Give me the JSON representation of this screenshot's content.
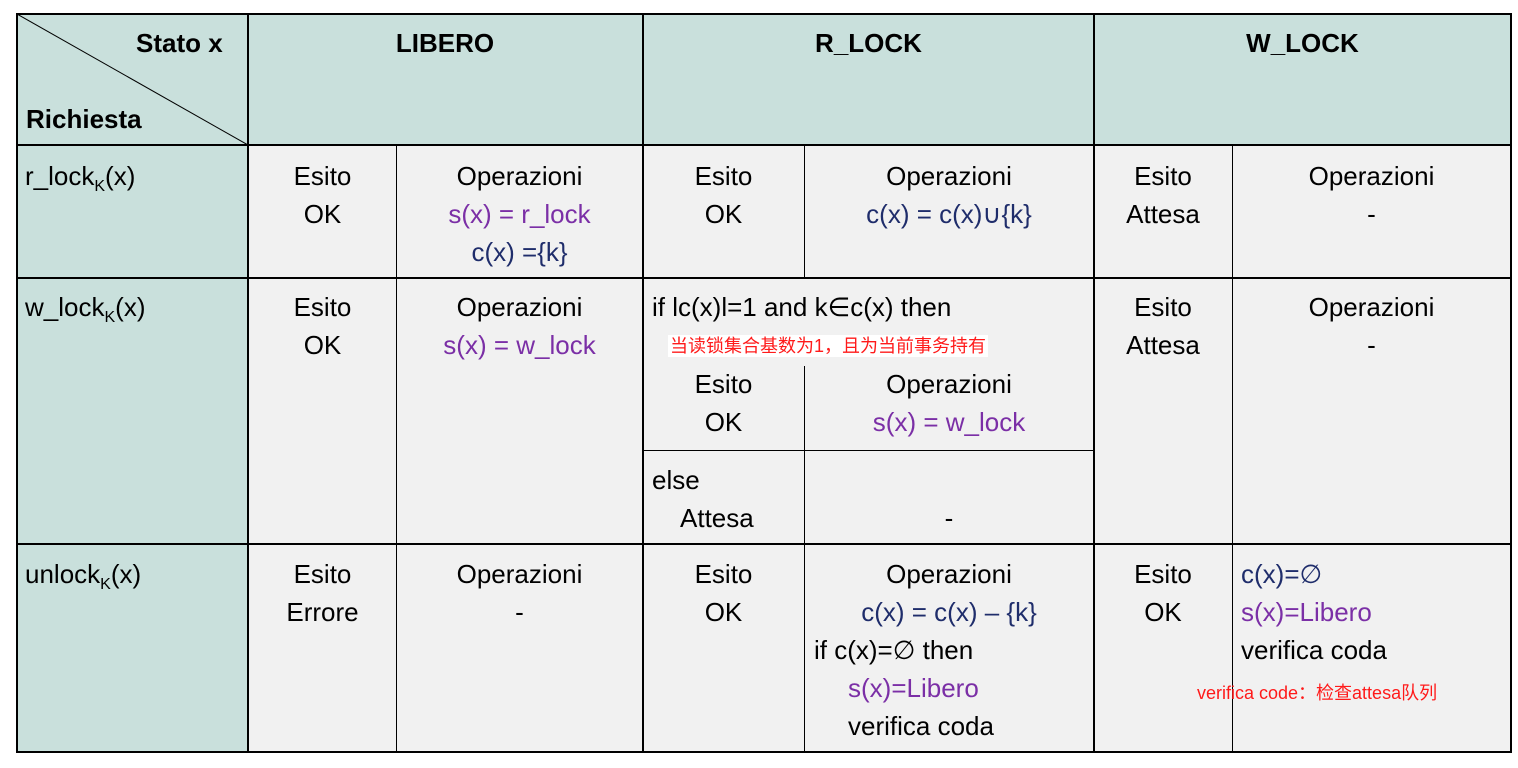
{
  "header": {
    "stato": "Stato x",
    "richiesta": "Richiesta",
    "libero": "LIBERO",
    "r_lock": "R_LOCK",
    "w_lock": "W_LOCK"
  },
  "rows": {
    "r_lock": {
      "name": "r_lock",
      "sub": "K",
      "arg": "(x)",
      "libero": {
        "esito": "Esito",
        "result": "OK",
        "op": "Operazioni",
        "line1": "s(x) = r_lock",
        "line2": "c(x) ={k}"
      },
      "rlock": {
        "esito": "Esito",
        "result": "OK",
        "op": "Operazioni",
        "line1": "c(x) = c(x)∪{k}"
      },
      "wlock": {
        "esito": "Esito",
        "result": "Attesa",
        "op": "Operazioni",
        "line1": "-"
      }
    },
    "w_lock": {
      "name": "w_lock",
      "sub": "K",
      "arg": "(x)",
      "libero": {
        "esito": "Esito",
        "result": "OK",
        "op": "Operazioni",
        "line1": "s(x) = w_lock"
      },
      "rlock": {
        "condition": "if lc(x)l=1 and k∈c(x) then",
        "annotation": "当读锁集合基数为1，且为当前事务持有",
        "esito": "Esito",
        "result": "OK",
        "op": "Operazioni",
        "line1": "s(x) = w_lock",
        "else": "else",
        "else_result": "Attesa",
        "else_op": "-"
      },
      "wlock": {
        "esito": "Esito",
        "result": "Attesa",
        "op": "Operazioni",
        "line1": "-"
      }
    },
    "unlock": {
      "name": "unlock",
      "sub": "K",
      "arg": "(x)",
      "libero": {
        "esito": "Esito",
        "result": "Errore",
        "op": "Operazioni",
        "line1": "-"
      },
      "rlock": {
        "esito": "Esito",
        "result": "OK",
        "op": "Operazioni",
        "line1": "c(x) = c(x) – {k}",
        "line2": "if c(x)=∅ then",
        "line3": "s(x)=Libero",
        "line4": "verifica coda"
      },
      "wlock": {
        "esito": "Esito",
        "result": "OK",
        "line1": "c(x)=∅",
        "line2": "s(x)=Libero",
        "line3": "verifica coda",
        "annotation": "verifica code：检查attesa队列"
      }
    }
  },
  "colors": {
    "header_bg": "#c9e0dc",
    "cell_bg": "#f1f1f1",
    "purple": "#7b2fa6",
    "navy": "#1f2d6b",
    "annotation": "#ff1a1a"
  }
}
